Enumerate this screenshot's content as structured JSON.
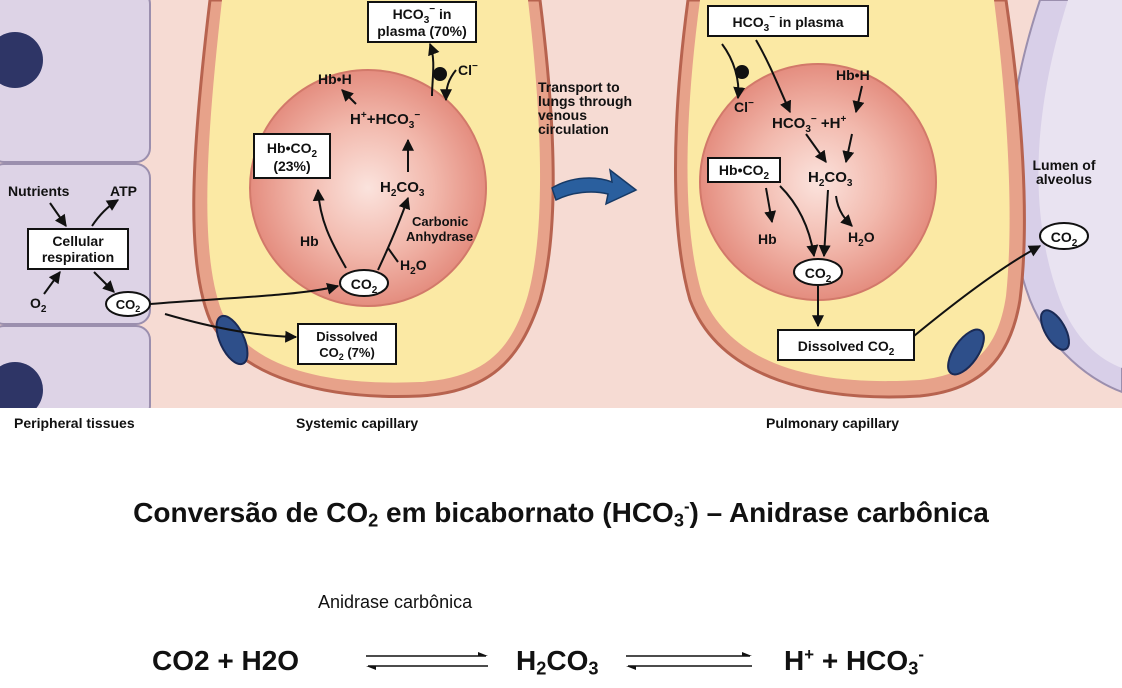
{
  "diagram": {
    "regions": {
      "peripheral": "Peripheral tissues",
      "systemic": "Systemic capillary",
      "pulmonary": "Pulmonary capillary",
      "lumen_line1": "Lumen of",
      "lumen_line2": "alveolus"
    },
    "tissue": {
      "nutrients": "Nutrients",
      "atp": "ATP",
      "cellular_line1": "Cellular",
      "cellular_line2": "respiration",
      "o2": "O",
      "o2_sub": "2",
      "co2": "CO",
      "co2_sub": "2"
    },
    "systemic_labels": {
      "hco3_plasma_line1": "HCO",
      "hco3_plasma_sub": "3",
      "hco3_plasma_sup": "−",
      "hco3_plasma_in": " in",
      "hco3_plasma_line2": "plasma (70%)",
      "cl": "Cl",
      "cl_sup": "−",
      "hbh": "Hb•H",
      "h_hco3": "H",
      "h_sup": "+",
      "h_hco3_rest": "+HCO",
      "h_hco3_sub": "3",
      "h_hco3_sup": "−",
      "hbco2_line1": "Hb•CO",
      "hbco2_sub": "2",
      "hbco2_line2": "(23%)",
      "h2co3_a": "H",
      "h2co3_sub1": "2",
      "h2co3_b": "CO",
      "h2co3_sub2": "3",
      "carbonic_line1": "Carbonic",
      "carbonic_line2": "Anhydrase",
      "hb": "Hb",
      "h2o": "H",
      "h2o_sub": "2",
      "h2o_o": "O",
      "co2": "CO",
      "co2_sub": "2",
      "dissolved_line1": "Dissolved",
      "dissolved_line2a": "CO",
      "dissolved_line2_sub": "2",
      "dissolved_line2b": " (7%)"
    },
    "transport_line1": "Transport to",
    "transport_line2": "lungs through",
    "transport_line3": "venous",
    "transport_line4": "circulation",
    "pulmonary_labels": {
      "hco3_plasma_a": "HCO",
      "hco3_plasma_sub": "3",
      "hco3_plasma_sup": "−",
      "hco3_plasma_b": " in plasma",
      "cl": "Cl",
      "cl_sup": "−",
      "hbh": "Hb•H",
      "hco3_a": "HCO",
      "hco3_sub": "3",
      "hco3_sup": "−",
      "hplus": " +H",
      "hplus_sup": "+",
      "hbco2_a": "Hb•CO",
      "hbco2_sub": "2",
      "h2co3_a": "H",
      "h2co3_sub1": "2",
      "h2co3_b": "CO",
      "h2co3_sub2": "3",
      "hb": "Hb",
      "h2o": "H",
      "h2o_sub": "2",
      "h2o_o": "O",
      "co2": "CO",
      "co2_sub": "2",
      "dissolved_a": "Dissolved CO",
      "dissolved_sub": "2",
      "alv_co2": "CO",
      "alv_co2_sub": "2"
    }
  },
  "title": {
    "part1": "Conversão de CO",
    "sub1": "2",
    "part2": " em bicabornato (HCO",
    "sub2": "3",
    "sup2": "-",
    "part3": ") – Anidrase carbônica"
  },
  "reaction": {
    "enzyme": "Anidrase carbônica",
    "reactants": "CO2 + H2O",
    "mid_a": "H",
    "mid_sub1": "2",
    "mid_b": "CO",
    "mid_sub2": "3",
    "prod_a": "H",
    "prod_sup": "+",
    "prod_b": " + HCO",
    "prod_sub": "3",
    "prod_sup2": "-"
  }
}
